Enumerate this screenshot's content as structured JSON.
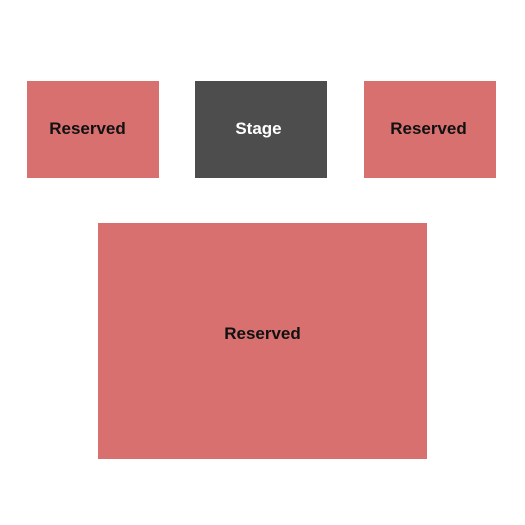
{
  "seating_map": {
    "sections": {
      "reserved_left": {
        "label": "Reserved",
        "category": "reserved"
      },
      "stage": {
        "label": "Stage",
        "category": "stage"
      },
      "reserved_right": {
        "label": "Reserved",
        "category": "reserved"
      },
      "reserved_main": {
        "label": "Reserved",
        "category": "reserved"
      }
    },
    "colors": {
      "reserved": "#d87070",
      "stage": "#4d4d4d",
      "background": "#ffffff"
    }
  }
}
